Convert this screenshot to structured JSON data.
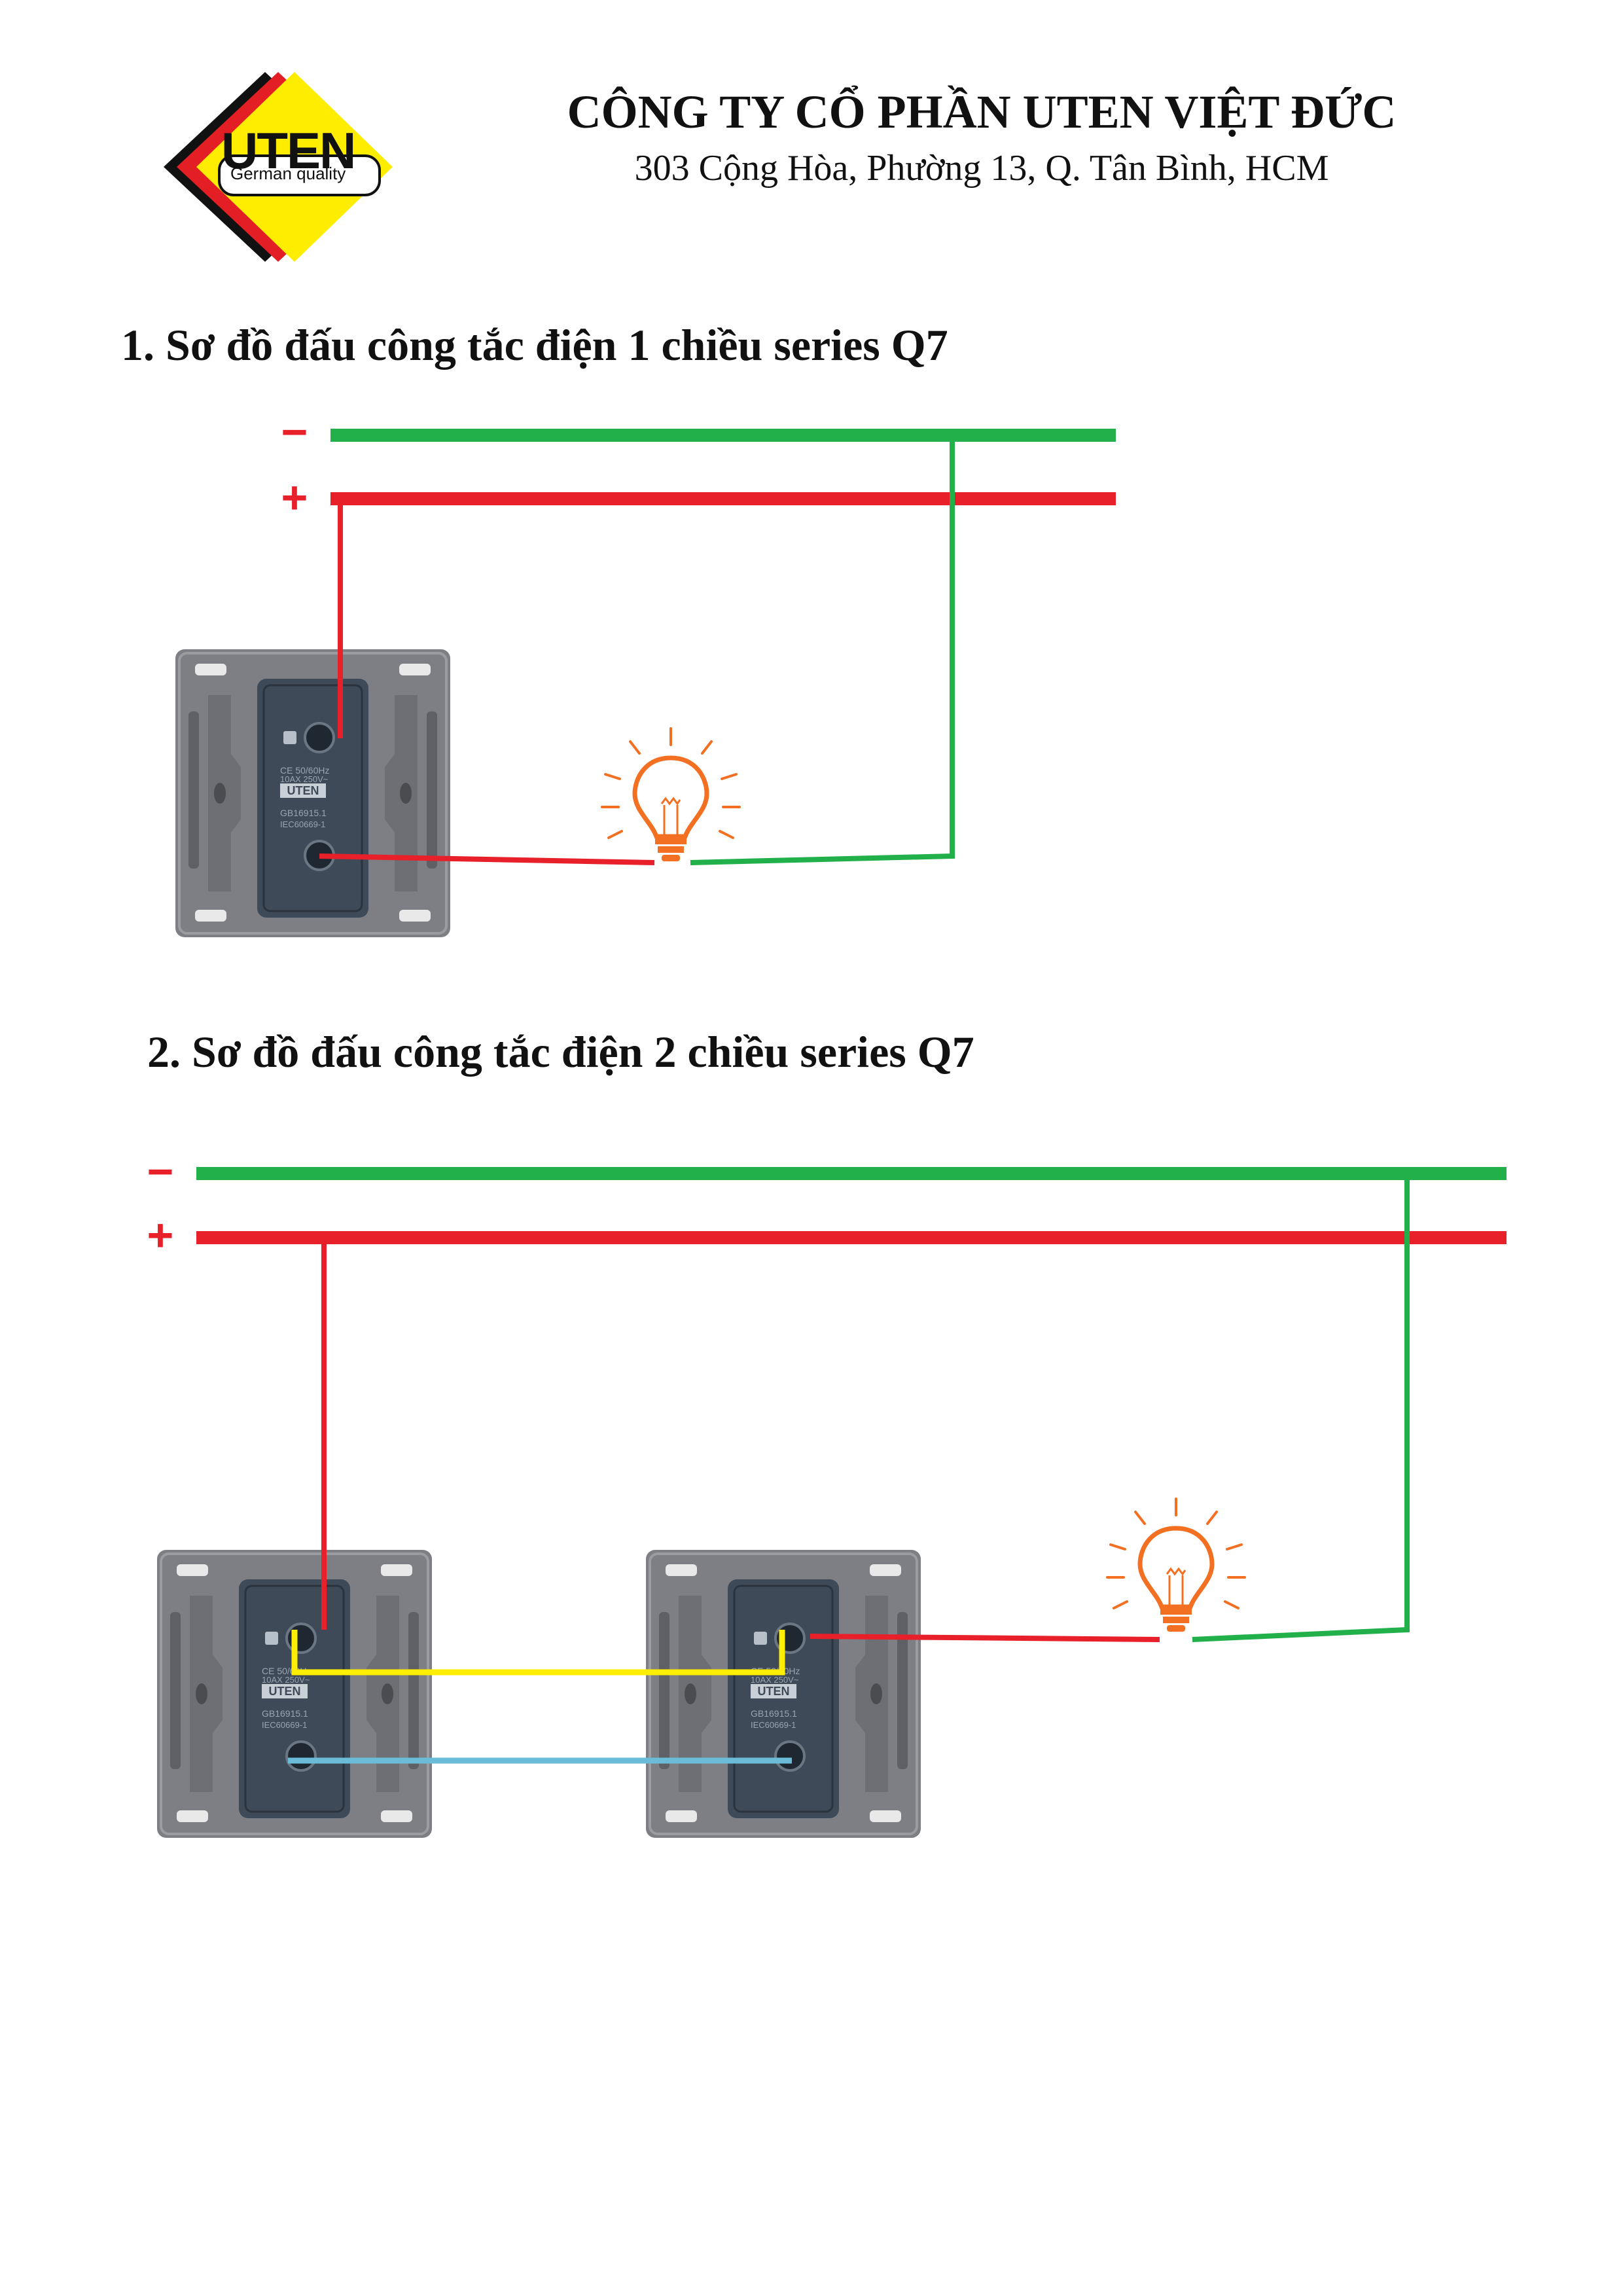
{
  "header": {
    "logo_text": "UTEN",
    "logo_tagline": "German quality",
    "company_name": "CÔNG TY CỔ PHẦN UTEN VIỆT ĐỨC",
    "address": "303 Cộng Hòa, Phường 13, Q. Tân Bình, HCM"
  },
  "diagram1": {
    "title": "1. Sơ đồ đấu công tắc điện 1 chiều series Q7",
    "minus_label": "−",
    "plus_label": "+"
  },
  "diagram2": {
    "title": "2. Sơ đồ đấu công tắc điện 2 chiều series Q7",
    "minus_label": "−",
    "plus_label": "+"
  },
  "switch_module": {
    "brand": "UTEN",
    "rating": "10AX 250V~",
    "frequency": "50/60Hz",
    "standard1": "GB16915.1",
    "standard2": "IEC60669-1"
  },
  "colors": {
    "negative_wire": "#22b04b",
    "positive_wire": "#e8202a",
    "traveler_yellow": "#ffee00",
    "traveler_blue": "#6bbcd9",
    "bulb": "#f36f21",
    "plate": "#7d7f84",
    "module": "#3e4a58"
  }
}
